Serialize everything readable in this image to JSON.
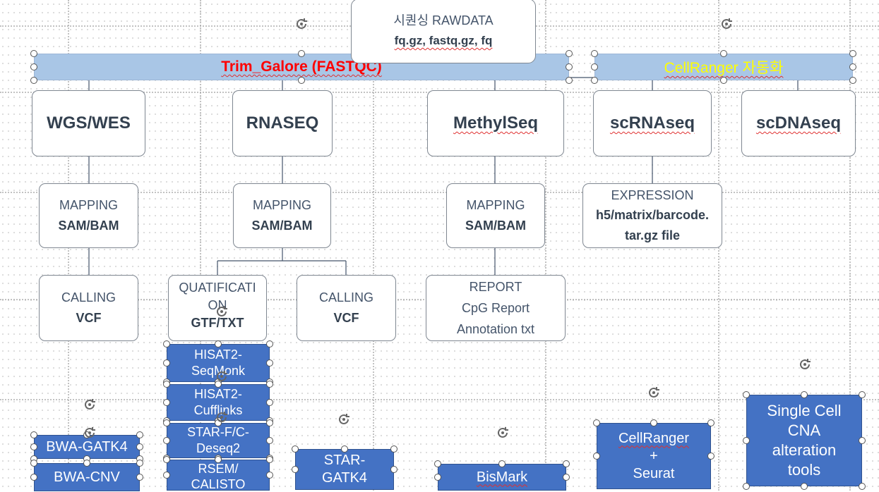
{
  "source": {
    "line1": "시퀀싱 RAWDATA",
    "line2": "fq.gz, fastq.gz, fq"
  },
  "bars": {
    "trim": "Trim_Galore  (FASTQC)",
    "cellranger": "CellRanger 자동화",
    "colors": {
      "trim_text": "#ff0000",
      "cellranger_text": "#ffff00",
      "bar_fill": "#a9c6e6"
    }
  },
  "categories": [
    "WGS/WES",
    "RNASEQ",
    "MethylSeq",
    "scRNAseq",
    "scDNAseq"
  ],
  "steps": {
    "wgs_mapping": {
      "label": "MAPPING",
      "value": "SAM/BAM"
    },
    "wgs_calling": {
      "label": "CALLING",
      "value": "VCF"
    },
    "rna_mapping": {
      "label": "MAPPING",
      "value": "SAM/BAM"
    },
    "rna_quant": {
      "label": "QUATIFICATI",
      "label2": "ON",
      "value": "GTF/TXT"
    },
    "rna_calling": {
      "label": "CALLING",
      "value": "VCF"
    },
    "methyl_mapping": {
      "label": "MAPPING",
      "value": "SAM/BAM"
    },
    "methyl_report": {
      "label": "REPORT",
      "line2": "CpG Report",
      "line3": "Annotation txt"
    },
    "sc_expression": {
      "label": "EXPRESSION",
      "value": "h5/matrix/barcode.",
      "value2": "tar.gz file"
    }
  },
  "tools": {
    "bwa_gatk4": "BWA-GATK4",
    "bwa_cnv": "BWA-CNV",
    "hisat_seqmonk": [
      "HISAT2-",
      "SeqMonk"
    ],
    "hisat_cufflinks": [
      "HISAT2-",
      "Cufflinks"
    ],
    "star_deseq2": [
      "STAR-F/C-",
      "Deseq2"
    ],
    "rsem_calisto": [
      "RSEM/",
      "CALISTO"
    ],
    "star_gatk4": [
      "STAR-",
      "GATK4"
    ],
    "bismark": "BisMark",
    "cellranger_seurat": [
      "CellRanger",
      "+",
      "Seurat"
    ],
    "single_cell_cna": [
      "Single Cell",
      "CNA",
      "alteration",
      "tools"
    ],
    "tool_fill": "#4472c4"
  }
}
